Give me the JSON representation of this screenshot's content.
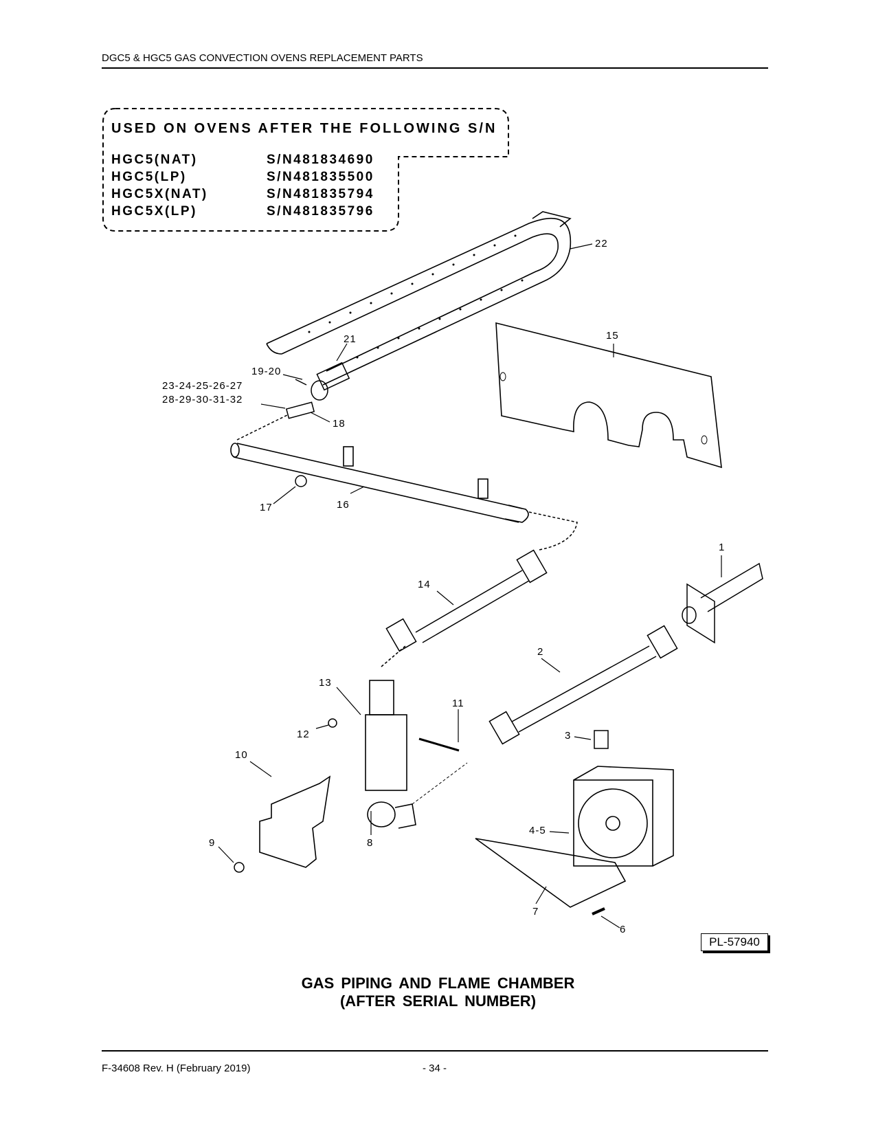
{
  "header": {
    "title": "DGC5 & HGC5 GAS CONVECTION OVENS REPLACEMENT PARTS"
  },
  "notice": {
    "heading": "USED ON OVENS AFTER THE FOLLOWING S/N",
    "rows": [
      {
        "model": "HGC5(NAT)",
        "serial": "S/N481834690"
      },
      {
        "model": "HGC5(LP)",
        "serial": "S/N481835500"
      },
      {
        "model": "HGC5X(NAT)",
        "serial": "S/N481835794"
      },
      {
        "model": "HGC5X(LP)",
        "serial": "S/N481835796"
      }
    ]
  },
  "callouts": {
    "c1": "1",
    "c2": "2",
    "c3": "3",
    "c45": "4-5",
    "c6": "6",
    "c7": "7",
    "c8": "8",
    "c9": "9",
    "c10": "10",
    "c11": "11",
    "c12": "12",
    "c13": "13",
    "c14": "14",
    "c15": "15",
    "c16": "16",
    "c17": "17",
    "c18": "18",
    "c1920": "19-20",
    "c21": "21",
    "c22": "22",
    "c23_27": "23-24-25-26-27",
    "c28_32": "28-29-30-31-32"
  },
  "plate": "PL-57940",
  "caption": {
    "line1": "GAS PIPING AND FLAME CHAMBER",
    "line2": "(AFTER SERIAL NUMBER)"
  },
  "footer": {
    "doc": "F-34608 Rev. H (February 2019)",
    "page": "- 34 -"
  }
}
